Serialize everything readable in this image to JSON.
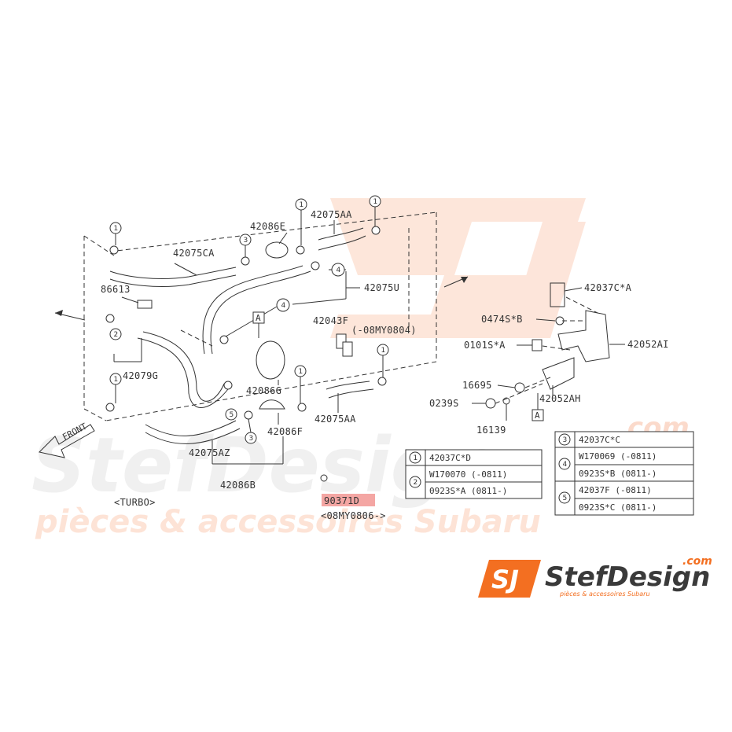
{
  "parts": {
    "p42075CA": "42075CA",
    "p42086E": "42086E",
    "p42075AA_top": "42075AA",
    "p86613": "86613",
    "p42075U": "42075U",
    "p42043F": "42043F",
    "p42043F_note": "(-08MY0804)",
    "p42079G": "42079G",
    "p42086G": "42086G",
    "p42075AA_bot": "42075AA",
    "p42086F": "42086F",
    "p42075AZ": "42075AZ",
    "p42086B": "42086B",
    "turbo": "<TURBO>",
    "p90371": "90371D",
    "p90371_note": "<08MY0806->",
    "p42037CA": "42037C*A",
    "p0474S": "0474S*B",
    "p0101S": "0101S*A",
    "p42052AI": "42052AI",
    "p16695": "16695",
    "p42052AH": "42052AH",
    "p0239S": "0239S",
    "p16139": "16139",
    "ref_a": "A",
    "front": "FRONT"
  },
  "callouts": [
    "1",
    "2",
    "3",
    "4",
    "5"
  ],
  "table_left": [
    {
      "num": "1",
      "rows": [
        "42037C*D"
      ]
    },
    {
      "num": "2",
      "rows": [
        "W170070  (-0811)",
        "0923S*A (0811-)"
      ]
    }
  ],
  "table_right": [
    {
      "num": "3",
      "rows": [
        "42037C*C"
      ]
    },
    {
      "num": "4",
      "rows": [
        "W170069  (-0811)",
        "0923S*B (0811-)"
      ]
    },
    {
      "num": "5",
      "rows": [
        "42037F   (-0811)",
        "0923S*C (0811-)"
      ]
    }
  ],
  "watermark": {
    "brand": "StefDesign",
    "com": ".com",
    "tagline": "pièces & accessoires Subaru",
    "logo_tagline": "pièces & accessoires Subaru",
    "accent": "#f36f21"
  }
}
